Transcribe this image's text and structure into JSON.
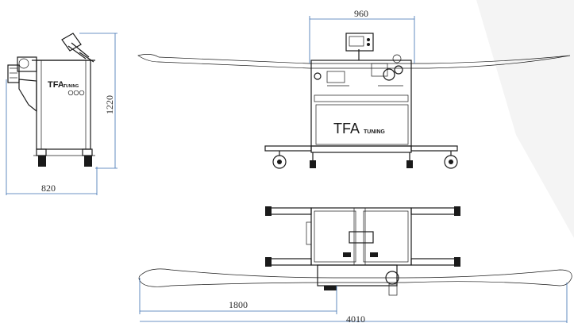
{
  "drawing": {
    "dimensions": {
      "front_width": "960",
      "side_height": "1220",
      "side_depth": "820",
      "half_span": "1800",
      "total_span": "4010"
    },
    "brand": {
      "logo_main": "TFA",
      "logo_sub": "TUNING"
    },
    "colors": {
      "dimension_line": "#3b6fb0",
      "outline": "#1a1a1a",
      "background": "#ffffff",
      "watermark": "#f2f2f2"
    }
  }
}
